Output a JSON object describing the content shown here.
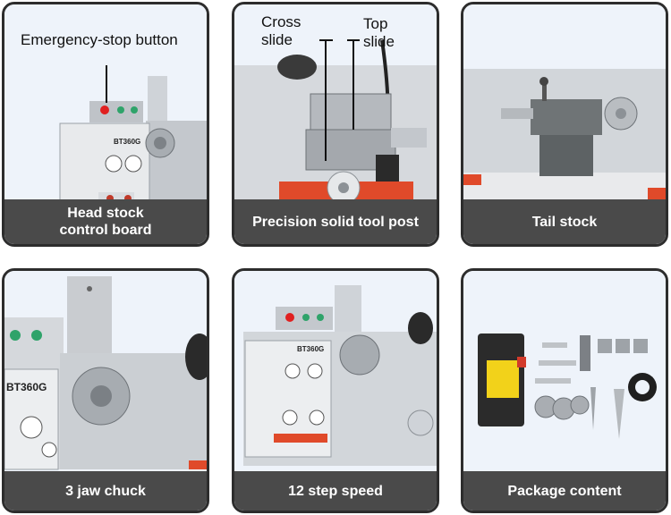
{
  "panels": [
    {
      "caption": "Head stock\ncontrol board",
      "callout": "Emergency-stop button"
    },
    {
      "caption": "Precision solid tool post",
      "callouts": [
        "Cross\nslide",
        "Top\nslide"
      ]
    },
    {
      "caption": "Tail stock"
    },
    {
      "caption": "3 jaw chuck",
      "model_label": "BT360G"
    },
    {
      "caption": "12 step speed",
      "model_label": "BT360G"
    },
    {
      "caption": "Package content"
    }
  ],
  "colors": {
    "caption_bg": "#4a4a4a",
    "frame": "#2d2d2d",
    "accent_red": "#e04a2a",
    "machine_gray": "#c9ccd0"
  }
}
